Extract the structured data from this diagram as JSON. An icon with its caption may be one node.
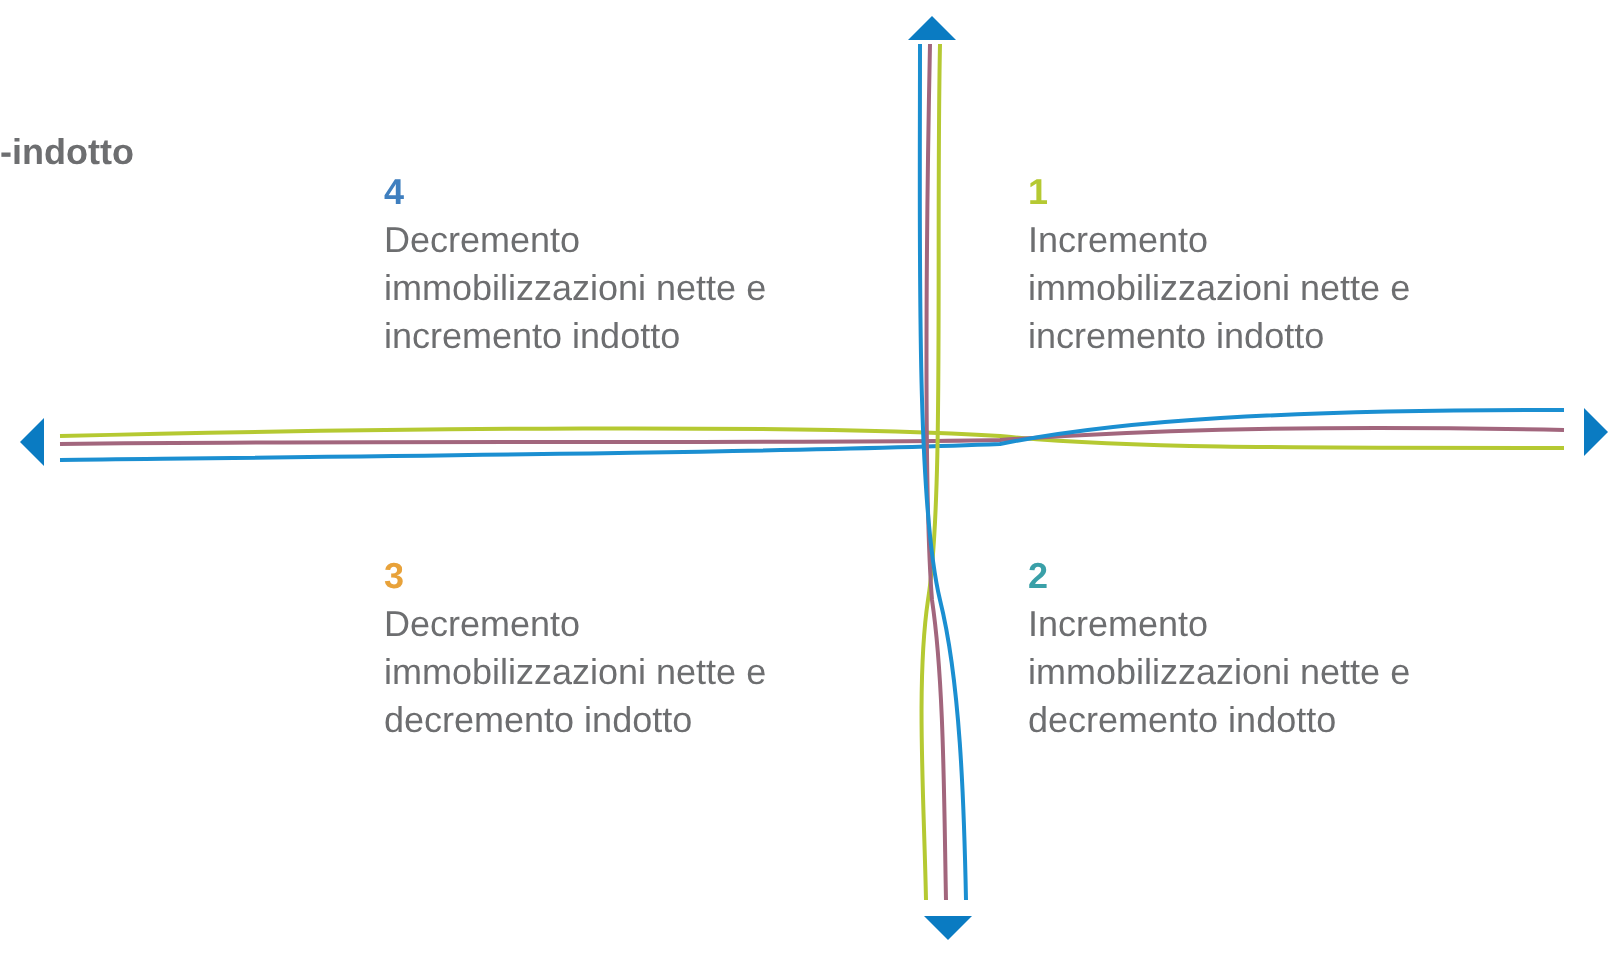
{
  "diagram": {
    "labels": [
      "-indotto",
      "4",
      "Decremento immobilizzazioni nette e incremento indotto",
      "1",
      "Incremento immobilizzazioni nette e incremento indotto",
      "3",
      "Decremento immobilizzazioni nette e decremento indotto",
      "2",
      "Incremento immobilizzazioni nette e decremento indotto"
    ]
  }
}
